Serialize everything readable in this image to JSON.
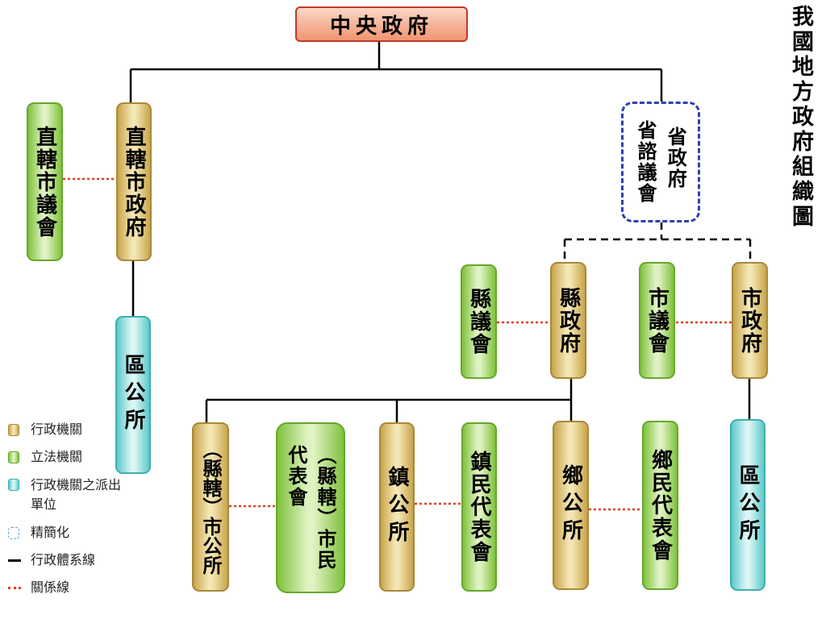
{
  "title": "我國地方政府組織圖",
  "nodes": {
    "central": "中央政府",
    "direct_council": "直轄市議會",
    "direct_gov": "直轄市政府",
    "direct_district": "區公所",
    "province_consult": "省諮議會",
    "province_gov": "省政府",
    "county_council": "縣議會",
    "county_gov": "縣政府",
    "city_council": "市議會",
    "city_gov": "市政府",
    "city_district": "區公所",
    "county_city_office_line1": "（縣轄）",
    "county_city_office_line2": "市公所",
    "county_city_rep_line1": "（縣轄）市民",
    "county_city_rep_line2": "代表會",
    "town_office": "鎮公所",
    "town_rep": "鎮民代表會",
    "township_office": "鄉公所",
    "township_rep": "鄉民代表會"
  },
  "legend": {
    "executive": "行政機關",
    "legislative": "立法機關",
    "dispatched": "行政機關之派出單位",
    "simplified": "精簡化",
    "admin_line": "行政體系線",
    "relation_line": "關係線"
  },
  "colors": {
    "executive": "#e8d08a",
    "legislative": "#a6d96a",
    "dispatched": "#7fdcdc",
    "central": "#f3a585",
    "province_border": "#2e3fb5",
    "relation_line": "#e04020"
  }
}
